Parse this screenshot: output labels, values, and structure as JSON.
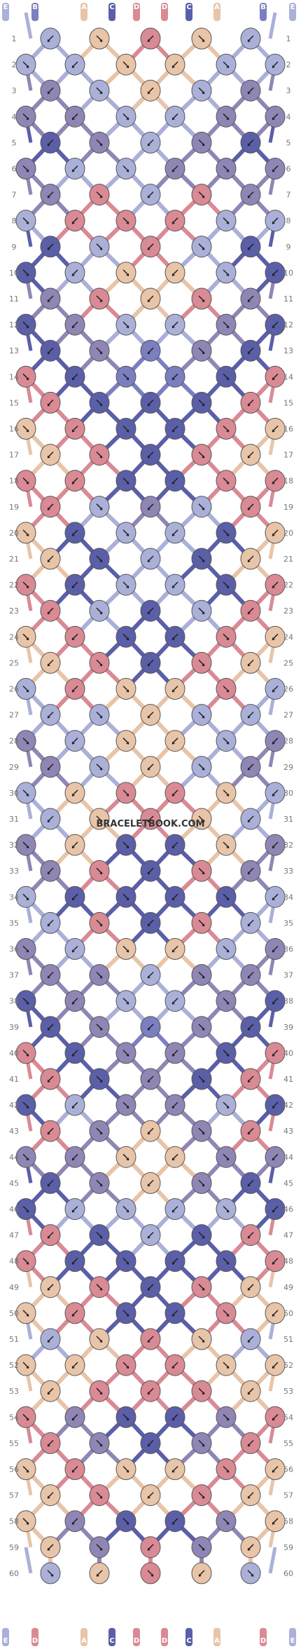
{
  "watermark": "BRACELETBOOK.COM",
  "palette": {
    "A": "#e8c4a8",
    "B": "#7b7fc0",
    "C": "#5a5fa8",
    "D": "#d98a94",
    "E": "#aab0d8",
    "F": "#8f86b5"
  },
  "strands_top": [
    "E",
    "B",
    "A",
    "C",
    "D",
    "D",
    "C",
    "A",
    "B",
    "E"
  ],
  "strands_bottom": [
    "E",
    "D",
    "A",
    "C",
    "D",
    "D",
    "C",
    "A",
    "D",
    "E"
  ],
  "rows": 60,
  "row_numbers_left": true,
  "row_numbers_right": true,
  "knot_rows": [
    [
      "E",
      "A",
      "D",
      "A",
      "E"
    ],
    [
      "E",
      "E",
      "A",
      "A",
      "E",
      "E"
    ],
    [
      "F",
      "E",
      "A",
      "E",
      "F"
    ],
    [
      "F",
      "F",
      "E",
      "E",
      "F",
      "F"
    ],
    [
      "C",
      "F",
      "E",
      "F",
      "C"
    ],
    [
      "F",
      "E",
      "E",
      "F",
      "F",
      "F"
    ],
    [
      "F",
      "D",
      "E",
      "D",
      "F"
    ],
    [
      "E",
      "D",
      "D",
      "D",
      "E",
      "E"
    ],
    [
      "C",
      "E",
      "D",
      "E",
      "C"
    ],
    [
      "C",
      "E",
      "A",
      "A",
      "E",
      "C"
    ],
    [
      "F",
      "D",
      "A",
      "D",
      "F"
    ],
    [
      "C",
      "F",
      "E",
      "E",
      "F",
      "C"
    ],
    [
      "C",
      "F",
      "B",
      "F",
      "C"
    ],
    [
      "D",
      "C",
      "B",
      "B",
      "C",
      "D"
    ],
    [
      "D",
      "C",
      "C",
      "C",
      "D"
    ],
    [
      "A",
      "D",
      "C",
      "C",
      "D",
      "A"
    ],
    [
      "A",
      "D",
      "C",
      "D",
      "A"
    ],
    [
      "D",
      "D",
      "C",
      "C",
      "D",
      "D"
    ],
    [
      "D",
      "E",
      "F",
      "E",
      "D"
    ],
    [
      "A",
      "C",
      "E",
      "E",
      "C",
      "A"
    ],
    [
      "A",
      "C",
      "E",
      "C",
      "A"
    ],
    [
      "D",
      "C",
      "E",
      "E",
      "C",
      "D"
    ],
    [
      "D",
      "E",
      "C",
      "E",
      "D"
    ],
    [
      "A",
      "D",
      "C",
      "C",
      "D",
      "A"
    ],
    [
      "A",
      "D",
      "C",
      "D",
      "A"
    ],
    [
      "E",
      "D",
      "A",
      "A",
      "D",
      "E"
    ],
    [
      "E",
      "E",
      "A",
      "E",
      "E"
    ],
    [
      "F",
      "E",
      "A",
      "A",
      "E",
      "F"
    ],
    [
      "F",
      "E",
      "A",
      "E",
      "F"
    ],
    [
      "E",
      "A",
      "D",
      "D",
      "A",
      "E"
    ],
    [
      "E",
      "A",
      "D",
      "A",
      "E"
    ],
    [
      "F",
      "A",
      "C",
      "C",
      "A",
      "F"
    ],
    [
      "F",
      "D",
      "C",
      "D",
      "F"
    ],
    [
      "E",
      "C",
      "C",
      "C",
      "C",
      "E"
    ],
    [
      "E",
      "D",
      "C",
      "D",
      "E"
    ],
    [
      "F",
      "E",
      "A",
      "A",
      "E",
      "F"
    ],
    [
      "F",
      "F",
      "E",
      "F",
      "F"
    ],
    [
      "C",
      "F",
      "E",
      "E",
      "F",
      "C"
    ],
    [
      "C",
      "F",
      "B",
      "F",
      "C"
    ],
    [
      "D",
      "C",
      "F",
      "F",
      "C",
      "D"
    ],
    [
      "D",
      "C",
      "F",
      "C",
      "D"
    ],
    [
      "C",
      "E",
      "F",
      "F",
      "E",
      "C"
    ],
    [
      "D",
      "F",
      "A",
      "F",
      "D"
    ],
    [
      "F",
      "F",
      "A",
      "A",
      "F",
      "F"
    ],
    [
      "C",
      "F",
      "A",
      "F",
      "C"
    ],
    [
      "C",
      "E",
      "E",
      "E",
      "E",
      "C"
    ],
    [
      "D",
      "C",
      "E",
      "C",
      "D"
    ],
    [
      "D",
      "C",
      "C",
      "C",
      "C",
      "D"
    ],
    [
      "A",
      "D",
      "C",
      "D",
      "A"
    ],
    [
      "A",
      "D",
      "C",
      "C",
      "D",
      "A"
    ],
    [
      "E",
      "A",
      "D",
      "A",
      "E"
    ],
    [
      "A",
      "A",
      "D",
      "D",
      "A",
      "A"
    ],
    [
      "A",
      "D",
      "D",
      "D",
      "A"
    ],
    [
      "D",
      "F",
      "C",
      "C",
      "F",
      "D"
    ],
    [
      "D",
      "F",
      "C",
      "F",
      "D"
    ],
    [
      "A",
      "D",
      "A",
      "A",
      "D",
      "A"
    ],
    [
      "A",
      "D",
      "A",
      "D",
      "A"
    ],
    [
      "A",
      "F",
      "C",
      "C",
      "F",
      "A"
    ],
    [
      "A",
      "F",
      "D",
      "F",
      "A"
    ],
    [
      "E",
      "A",
      "D",
      "A",
      "E"
    ]
  ]
}
